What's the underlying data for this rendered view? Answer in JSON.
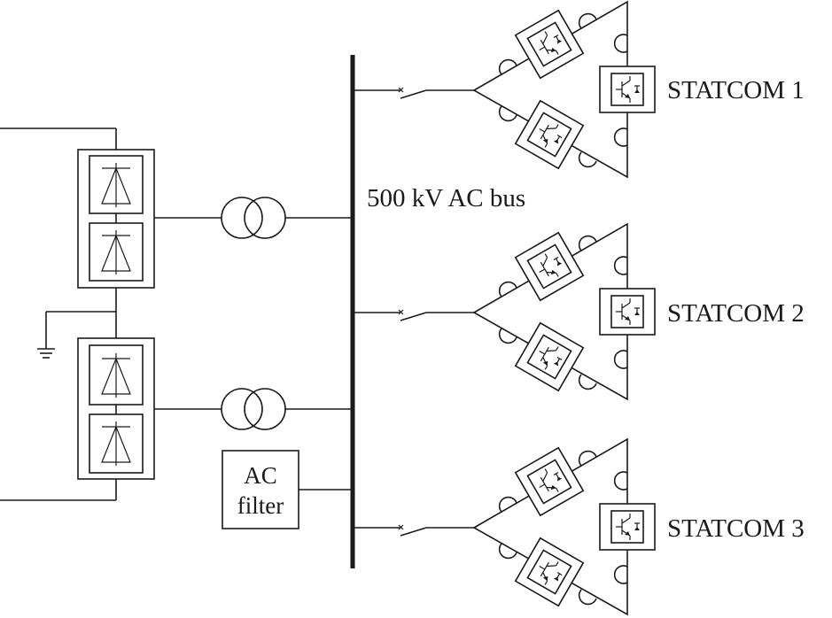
{
  "bus_label": "500 kV AC bus",
  "filter": {
    "line1": "AC",
    "line2": "filter"
  },
  "statcoms": [
    {
      "label": "STATCOM 1"
    },
    {
      "label": "STATCOM 2"
    },
    {
      "label": "STATCOM 3"
    }
  ],
  "colors": {
    "line": "#1a1a1a",
    "background": "#ffffff"
  }
}
